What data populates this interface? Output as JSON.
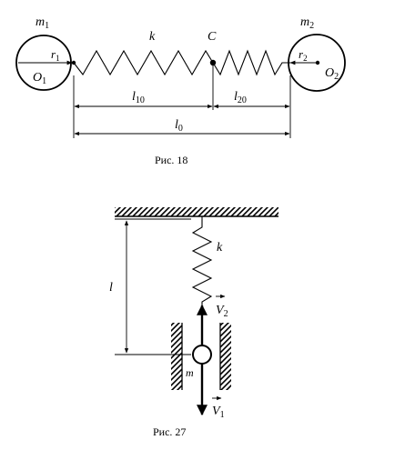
{
  "fig18": {
    "caption": "Рис. 18",
    "m1": {
      "base": "m",
      "sub": "1"
    },
    "m2": {
      "base": "m",
      "sub": "2"
    },
    "k": "k",
    "C": "C",
    "r1": {
      "base": "r",
      "sub": "1"
    },
    "r2": {
      "base": "r",
      "sub": "2"
    },
    "O1": {
      "base": "O",
      "sub": "1"
    },
    "O2": {
      "base": "O",
      "sub": "2"
    },
    "l10": {
      "base": "l",
      "sub": "10"
    },
    "l20": {
      "base": "l",
      "sub": "20"
    },
    "l0": {
      "base": "l",
      "sub": "0"
    }
  },
  "fig27": {
    "caption": "Рис. 27",
    "k": "k",
    "l": "l",
    "m": "m",
    "V2": {
      "base": "V",
      "sub": "2"
    },
    "V1": {
      "base": "V",
      "sub": "1"
    }
  }
}
